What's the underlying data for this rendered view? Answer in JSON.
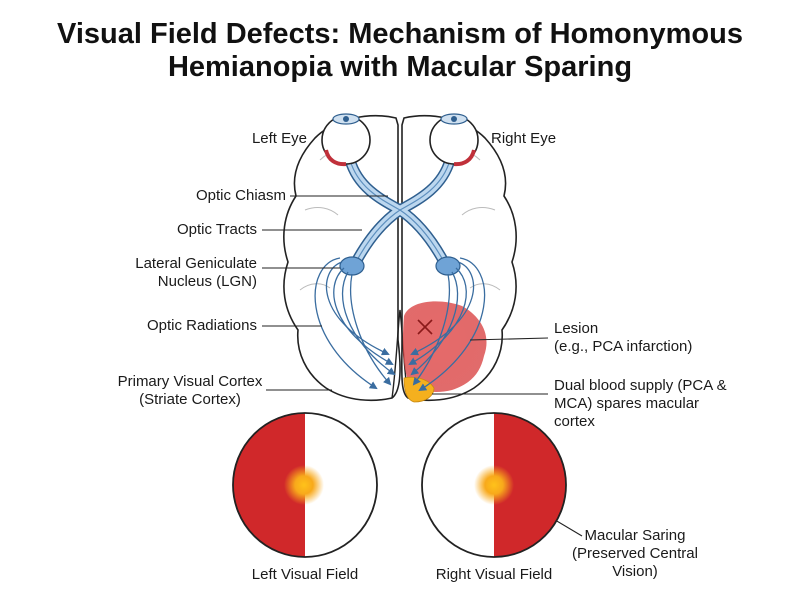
{
  "title": {
    "line1": "Visual Field Defects: Mechanism of Homonymous",
    "line2": "Hemianopia with Macular Sparing"
  },
  "labels": {
    "left_eye": "Left Eye",
    "right_eye": "Right Eye",
    "optic_chiasm": "Optic Chiasm",
    "optic_tracts": "Optic Tracts",
    "lgn_line1": "Lateral Geniculate",
    "lgn_line2": "Nucleus (LGN)",
    "optic_radiations": "Optic Radiations",
    "visual_cortex_line1": "Primary Visual Cortex",
    "visual_cortex_line2": "(Striate Cortex)",
    "lesion_line1": "Lesion",
    "lesion_line2": "(e.g., PCA infarction)",
    "blood_line1": "Dual blood supply (PCA &",
    "blood_line2": "MCA) spares macular",
    "blood_line3": "cortex",
    "macular_line1": "Macular Saring",
    "macular_line2": "(Preserved Central",
    "macular_line3": "Vision)",
    "left_field": "Left Visual Field",
    "right_field": "Right Visual Field"
  },
  "colors": {
    "field_loss": "#d0282a",
    "macula": "#f6a41b",
    "pathway": "#9ec3e4",
    "pathway_stroke": "#2f5f8f",
    "lesion": "#dd5050",
    "outline": "#222222"
  },
  "icons": {
    "lesion_marker": "x-mark-icon",
    "eye": "eyeball-icon"
  }
}
